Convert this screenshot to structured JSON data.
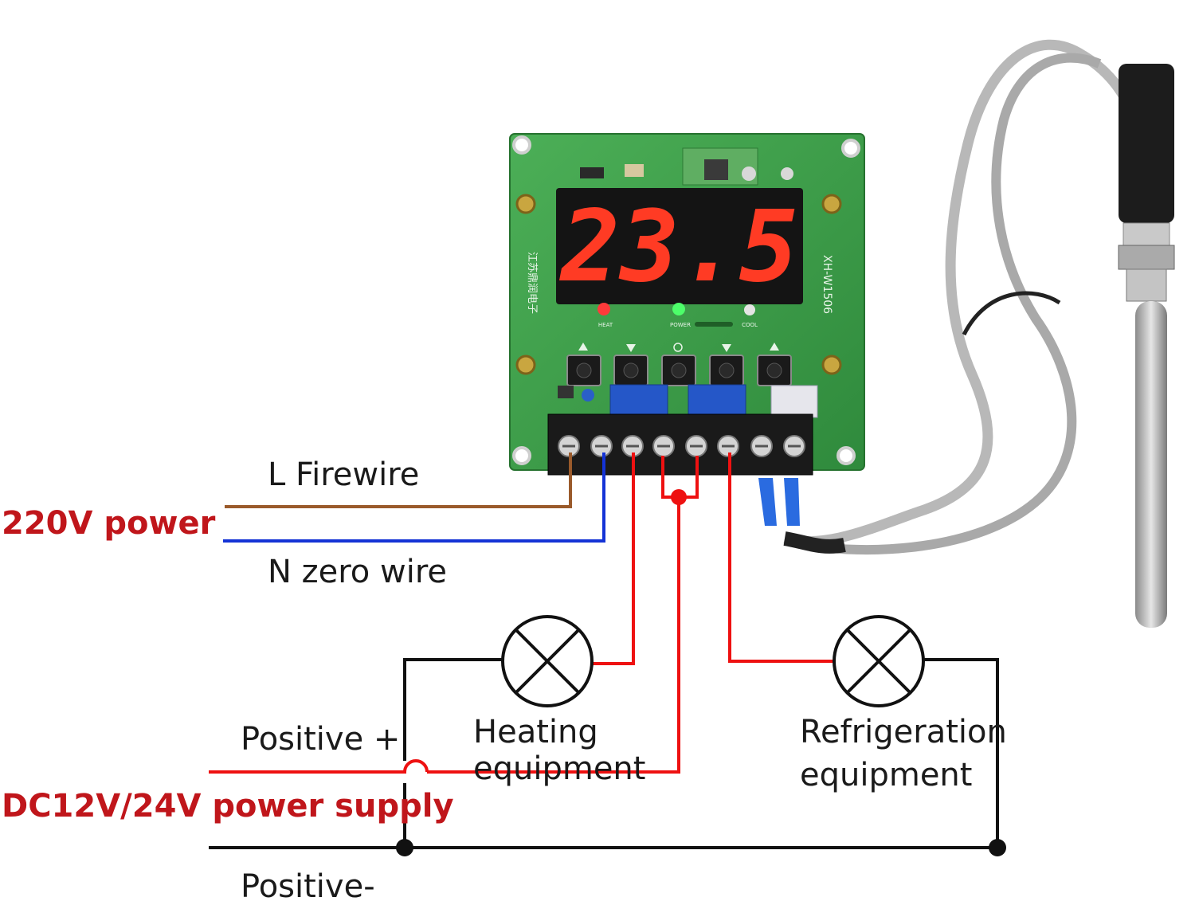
{
  "labels": {
    "l_firewire": "L Firewire",
    "power_220v": "220V power",
    "n_zero_wire": "N zero wire",
    "positive_plus": "Positive +",
    "heating_equipment": "Heating\nequipment",
    "refrigeration_equipment": "Refrigeration\nequipment",
    "dc_supply": "DC12V/24V power supply",
    "positive_minus": "Positive-"
  },
  "device": {
    "display_value": "23.5",
    "model_text": "XH-W1506",
    "led_heat": "HEAT",
    "led_power": "POWER",
    "led_cool": "COOL"
  },
  "colors": {
    "live_wire": "#9a5a2b",
    "neutral_wire": "#1433d6",
    "dc_positive_wire": "#ee1111",
    "dc_negative_wire": "#111111",
    "label_red": "#c0161b",
    "pcb_green": "#3f9d4c",
    "display_red": "#ff3b24"
  }
}
